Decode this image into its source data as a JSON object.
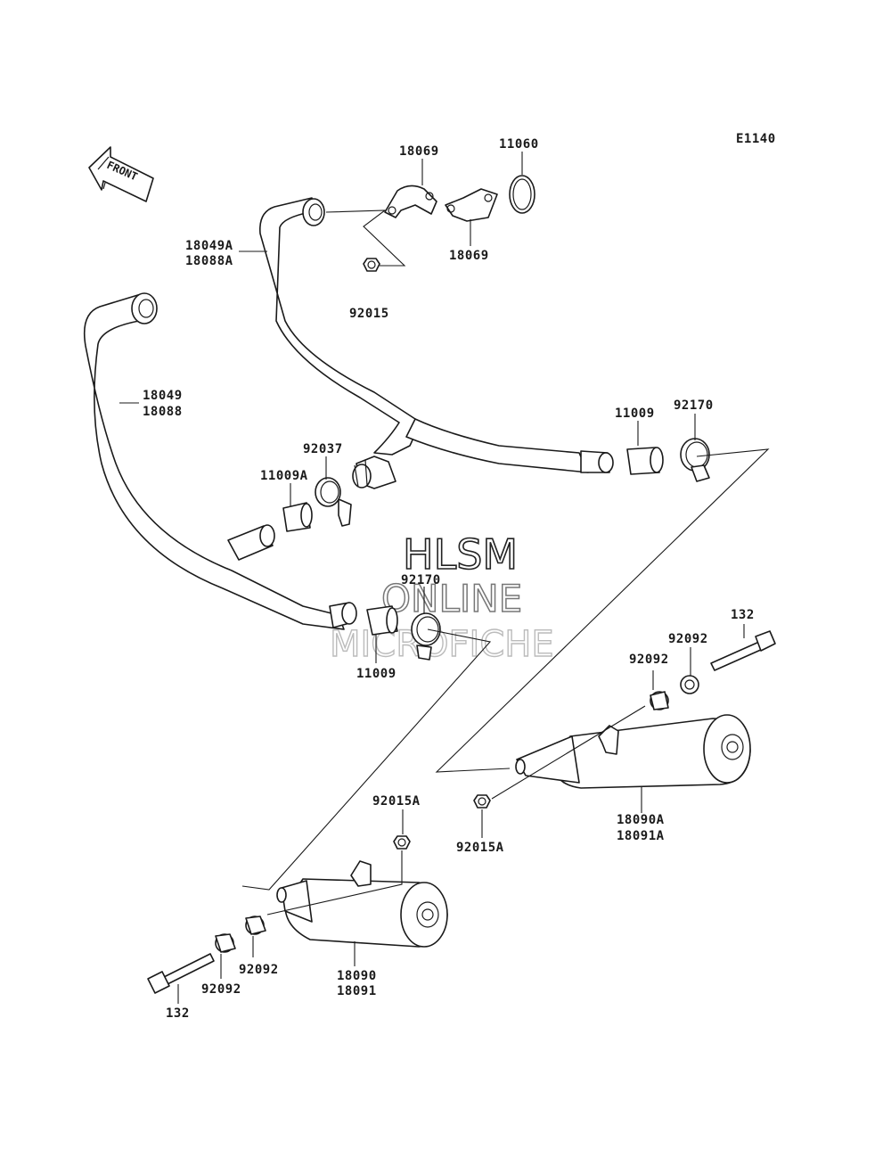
{
  "diagram_code": "E1140",
  "front_label": "FRONT",
  "watermark": {
    "line1": "HLSM",
    "line2": "ONLINE",
    "line3": "MICROFICHE"
  },
  "parts": [
    {
      "id": "p18069a",
      "code": "18069"
    },
    {
      "id": "p11060",
      "code": "11060"
    },
    {
      "id": "p18069b",
      "code": "18069"
    },
    {
      "id": "p18049a",
      "code": "18049A"
    },
    {
      "id": "p18088a",
      "code": "18088A"
    },
    {
      "id": "p92015",
      "code": "92015"
    },
    {
      "id": "p18049",
      "code": "18049"
    },
    {
      "id": "p18088",
      "code": "18088"
    },
    {
      "id": "p11009r",
      "code": "11009"
    },
    {
      "id": "p92170r",
      "code": "92170"
    },
    {
      "id": "p92037",
      "code": "92037"
    },
    {
      "id": "p11009a",
      "code": "11009A"
    },
    {
      "id": "p92170l",
      "code": "92170"
    },
    {
      "id": "p11009l",
      "code": "11009"
    },
    {
      "id": "p132r",
      "code": "132"
    },
    {
      "id": "p92092r1",
      "code": "92092"
    },
    {
      "id": "p92092r2",
      "code": "92092"
    },
    {
      "id": "p18090a",
      "code": "18090A"
    },
    {
      "id": "p18091a",
      "code": "18091A"
    },
    {
      "id": "p92015ar",
      "code": "92015A"
    },
    {
      "id": "p92015al",
      "code": "92015A"
    },
    {
      "id": "p18090",
      "code": "18090"
    },
    {
      "id": "p18091",
      "code": "18091"
    },
    {
      "id": "p92092l1",
      "code": "92092"
    },
    {
      "id": "p92092l2",
      "code": "92092"
    },
    {
      "id": "p132l",
      "code": "132"
    }
  ]
}
